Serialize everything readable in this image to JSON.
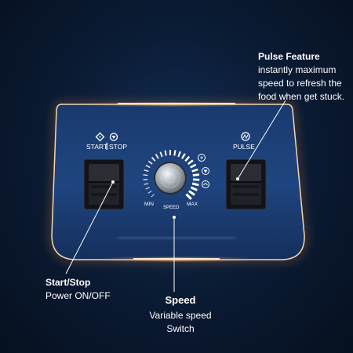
{
  "callouts": {
    "pulse": {
      "title": "Pulse Feature",
      "lines": [
        "instantly maximum",
        "speed to refresh the",
        "food when get stuck."
      ]
    },
    "start_stop": {
      "title": "Start/Stop",
      "line": "Power ON/OFF"
    },
    "speed": {
      "title": "Speed",
      "lines": [
        "Variable speed",
        "Switch"
      ]
    }
  },
  "panel": {
    "start_stop_label_left": "START",
    "start_stop_label_right": "STOP",
    "pulse_label": "PULSE",
    "dial_min": "MIN",
    "dial_max": "MAX",
    "dial_label": "SPEED"
  },
  "colors": {
    "panel_blue": "#1c3d72",
    "glow_orange": "#ff9a3c",
    "switch_black": "#1b1d22"
  },
  "icons": [
    "start-icon",
    "stop-icon",
    "pulse-icon",
    "ice-icon",
    "smoothie-icon",
    "blend-icon"
  ]
}
